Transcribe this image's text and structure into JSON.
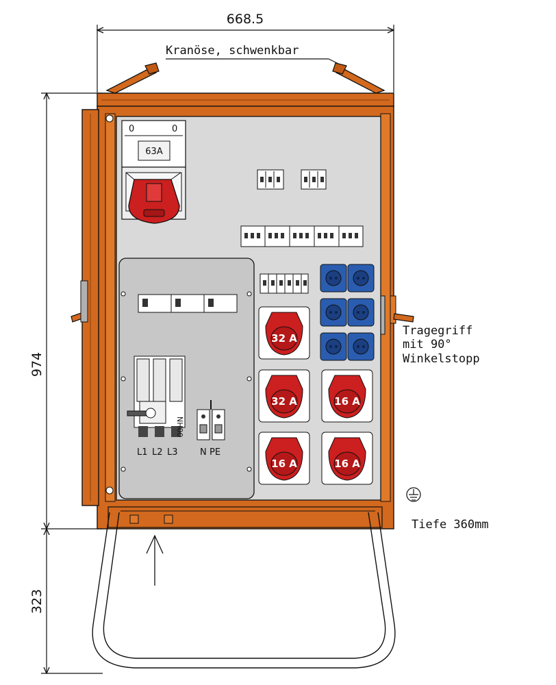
{
  "dimensions": {
    "width": "668.5",
    "height_cabinet": "974",
    "height_stand": "323"
  },
  "annotations": {
    "crane_eye": "Kranöse, schwenkbar",
    "handle_line1": "Tragegriff",
    "handle_line2": "mit 90°",
    "handle_line3": "Winkelstopp",
    "depth": "Tiefe 360mm"
  },
  "main_switch": {
    "rating": "63A",
    "marks": [
      "0",
      "0"
    ]
  },
  "fuse_holder": {
    "label": "NH00",
    "phases": [
      "L1",
      "L2",
      "L3"
    ],
    "terminals": [
      "N",
      "PE"
    ]
  },
  "cee_sockets": [
    "32 A",
    "32 A",
    "16 A",
    "16 A",
    "16 A"
  ],
  "colors": {
    "enclosure": "#d2691e",
    "panel": "#d9d9d9",
    "cover": "#c7c7c7",
    "cee_red": "#cc1f1f",
    "schuko_blue": "#2a5db0"
  }
}
